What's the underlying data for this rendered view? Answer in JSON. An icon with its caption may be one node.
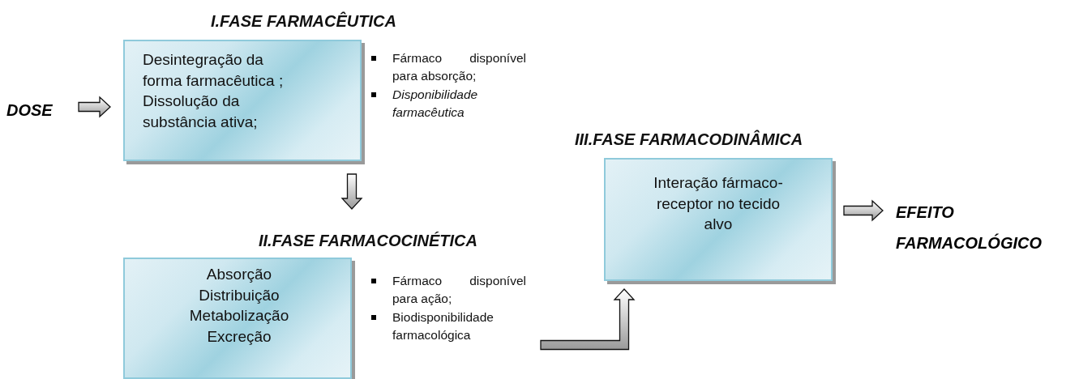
{
  "diagram": {
    "nodes": [
      {
        "text": [
          "DOSE"
        ]
      },
      {
        "text": [
          "I.FASE FARMACÊUTICA",
          "Desintegração da forma farmacêutica ; Dissolução da substância ativa;"
        ],
        "beside": [
          "Fármaco disponível para absorção;",
          "*Disponibilidade farmacêutica*"
        ]
      },
      {
        "text": [
          "II.FASE FARMACOCINÉTICA",
          "Absorção Distribuição Metabolização Excreção"
        ],
        "beside": [
          "Fármaco disponível para ação;",
          "Biodisponibilidade farmacológica"
        ]
      },
      {
        "text": [
          "III.FASE FARMACODINÂMICA",
          "Interação fármaco-receptor no tecido alvo"
        ]
      },
      {
        "text": [
          "EFEITO FARMACOLÓGICO"
        ]
      }
    ],
    "edges": [
      {
        "from": 0,
        "to": 1,
        "arrow": "to"
      },
      {
        "from": 1,
        "to": 2,
        "arrow": "to"
      },
      {
        "from": 2,
        "to": 3,
        "arrow": "to"
      },
      {
        "from": 3,
        "to": 4,
        "arrow": "to"
      }
    ]
  }
}
